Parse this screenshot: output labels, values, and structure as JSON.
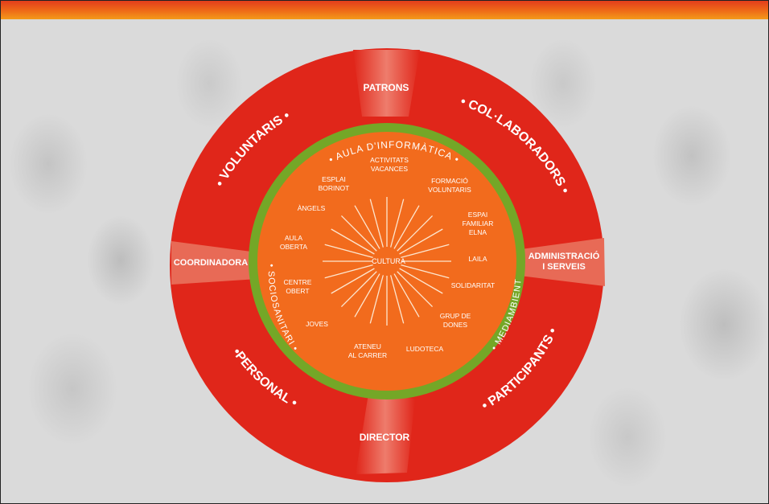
{
  "outer_ring": {
    "patrons": "PATRONS",
    "collaboradors": "• COL·LABORADORS •",
    "voluntaris": "• VOLUNTARIS •",
    "personal": "•PERSONAL •",
    "participants": "• PARTICIPANTS •",
    "coordinadora": "COORDINADORA",
    "administracio_line1": "ADMINISTRACIÓ",
    "administracio_line2": "I SERVEIS",
    "director": "DIRECTOR"
  },
  "middle_ring": {
    "aula_informatica": "• AULA D'INFORMÀTICA •",
    "sociosanitari": "• SOCIOSANITARI •",
    "mediambient": "• MEDIAMBIENT"
  },
  "center": {
    "label": "CULTURA",
    "items": [
      {
        "lines": [
          "ACTIVITATS",
          "VACANCES"
        ]
      },
      {
        "lines": [
          "FORMACIÓ",
          "VOLUNTARIS"
        ]
      },
      {
        "lines": [
          "ESPAI",
          "FAMILIAR",
          "ELNA"
        ]
      },
      {
        "lines": [
          "LAILA"
        ]
      },
      {
        "lines": [
          "SOLIDARITAT"
        ]
      },
      {
        "lines": [
          "GRUP DE",
          "DONES"
        ]
      },
      {
        "lines": [
          "LUDOTECA"
        ]
      },
      {
        "lines": [
          "ATENEU",
          "AL CARRER"
        ]
      },
      {
        "lines": [
          "JOVES"
        ]
      },
      {
        "lines": [
          "CENTRE",
          "OBERT"
        ]
      },
      {
        "lines": [
          "AULA",
          "OBERTA"
        ]
      },
      {
        "lines": [
          "ÀNGELS"
        ]
      },
      {
        "lines": [
          "ESPLAI",
          "BORINOT"
        ]
      }
    ]
  },
  "colors": {
    "outer_red": "#e0261a",
    "ring_green": "#74a727",
    "center_orange": "#f26b1d",
    "ray": "#fde6cf",
    "top_bar": "#ee6a18"
  }
}
